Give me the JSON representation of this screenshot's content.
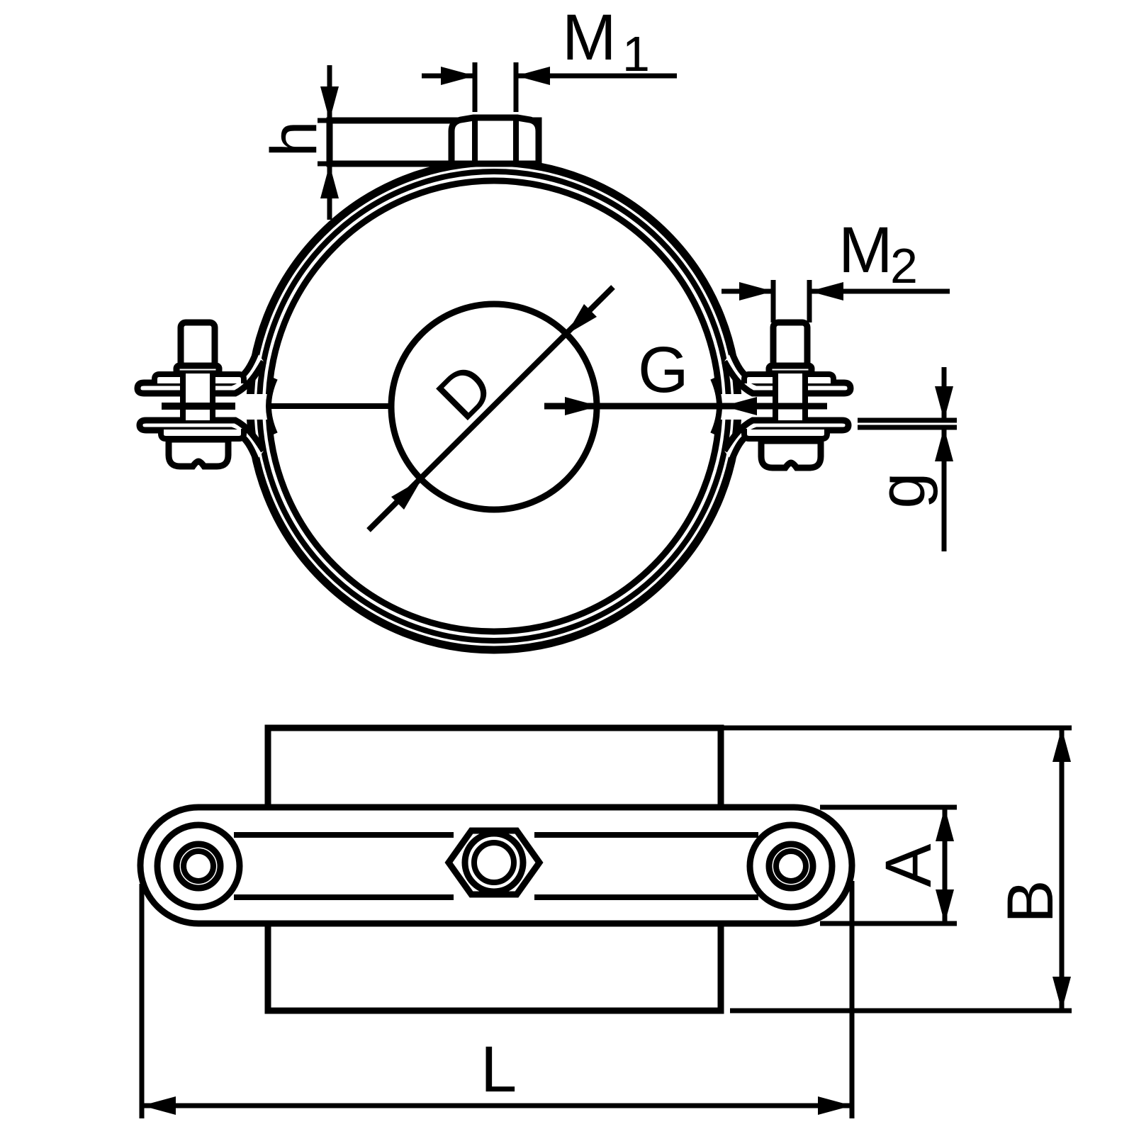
{
  "page": {
    "background": "#ffffff",
    "line_color": "#000000",
    "description": "Technical dimension drawing of a two-bolt pipe clamp with threaded boss, front view and side view"
  },
  "views": {
    "front_view": {
      "name": "pipe-clamp-front-view",
      "labels": {
        "m1": {
          "base": "M",
          "sub": "1"
        },
        "m2": {
          "base": "M",
          "sub": "2"
        },
        "boss_height": "h",
        "pipe_diameter": "D",
        "clamp_bore": "G",
        "band_thickness": "g"
      }
    },
    "side_view": {
      "name": "pipe-clamp-side-view",
      "labels": {
        "strap_width": "A",
        "total_height": "B",
        "overall_length": "L"
      }
    }
  }
}
